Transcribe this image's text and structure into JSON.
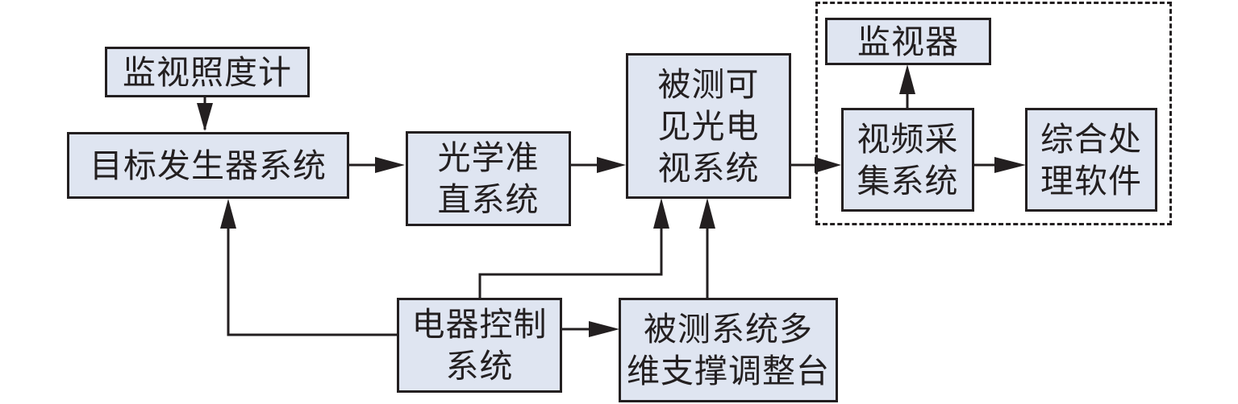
{
  "diagram": {
    "type": "block-diagram",
    "colors": {
      "box_fill": "#dfe5f1",
      "stroke": "#231f20",
      "background": "#ffffff"
    },
    "nodes": {
      "illuminance_meter": {
        "lines": [
          "监视照度计"
        ]
      },
      "target_generator": {
        "lines": [
          "目标发生器系统"
        ]
      },
      "optical_collimator": {
        "lines": [
          "光学准",
          "直系统"
        ]
      },
      "visible_tv_system": {
        "lines": [
          "被测可",
          "见光电",
          "视系统"
        ]
      },
      "monitor": {
        "lines": [
          "监视器"
        ]
      },
      "video_capture": {
        "lines": [
          "视频采",
          "集系统"
        ]
      },
      "processing_software": {
        "lines": [
          "综合处",
          "理软件"
        ]
      },
      "electrical_control": {
        "lines": [
          "电器控制",
          "系统"
        ]
      },
      "support_platform": {
        "lines": [
          "被测系统多",
          "维支撑调整台"
        ]
      }
    },
    "edges": [
      {
        "from": "illuminance_meter",
        "to": "target_generator"
      },
      {
        "from": "target_generator",
        "to": "optical_collimator"
      },
      {
        "from": "optical_collimator",
        "to": "visible_tv_system"
      },
      {
        "from": "visible_tv_system",
        "to": "video_capture"
      },
      {
        "from": "video_capture",
        "to": "monitor"
      },
      {
        "from": "video_capture",
        "to": "processing_software"
      },
      {
        "from": "electrical_control",
        "to": "target_generator"
      },
      {
        "from": "electrical_control",
        "to": "visible_tv_system"
      },
      {
        "from": "electrical_control",
        "to": "support_platform"
      },
      {
        "from": "support_platform",
        "to": "visible_tv_system"
      }
    ],
    "groups": [
      {
        "name": "video-processing-group",
        "style": "dashed",
        "members": [
          "monitor",
          "video_capture",
          "processing_software"
        ]
      }
    ]
  }
}
